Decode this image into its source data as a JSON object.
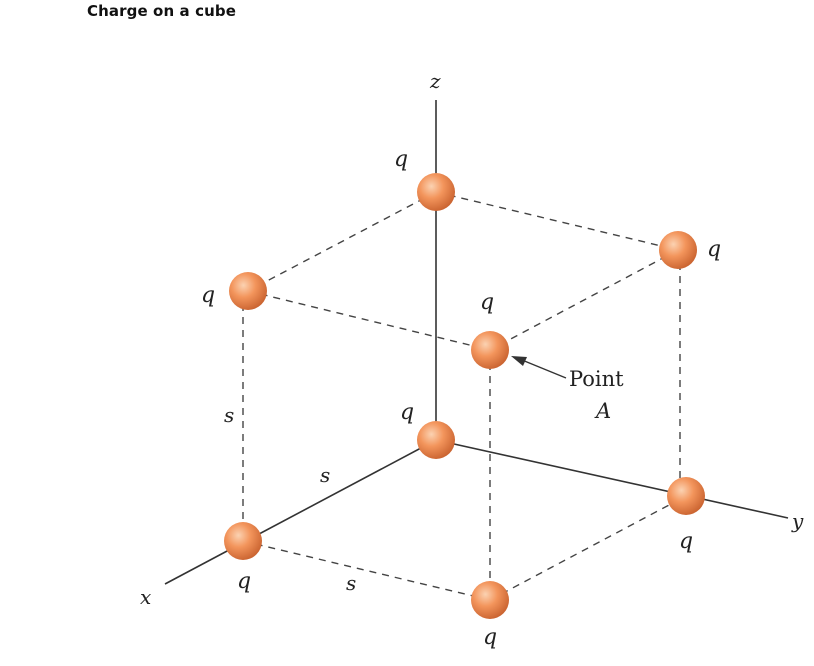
{
  "title": "Charge on a cube",
  "axes": {
    "x": "x",
    "y": "y",
    "z": "z"
  },
  "charge_label": "q",
  "side_label": "s",
  "point_label": {
    "word": "Point",
    "letter": "A"
  },
  "colors": {
    "sphere_light": "#fbd2b2",
    "sphere_mid": "#f3955c",
    "sphere_dark": "#c8612e",
    "line": "#333333",
    "dash": "#444444"
  }
}
